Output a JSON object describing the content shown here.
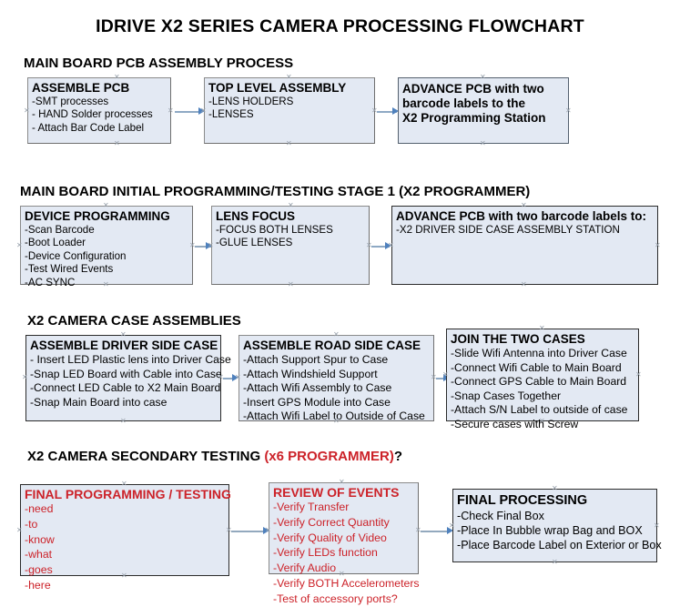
{
  "chart_title": "IDRIVE X2  SERIES CAMERA PROCESSING FLOWCHART",
  "sections": [
    {
      "id": "main-board-pcb-assembly-process",
      "heading": "MAIN BOARD PCB ASSEMBLY PROCESS",
      "heading_accent": "",
      "heading_tail": "",
      "boxes": [
        {
          "id": "assemble-pcb",
          "head": "ASSEMBLE PCB",
          "lines": [
            "-SMT processes",
            "- HAND Solder processes",
            "- Attach Bar Code Label"
          ]
        },
        {
          "id": "top-level-assembly",
          "head": "TOP LEVEL ASSEMBLY",
          "lines": [
            "-LENS HOLDERS",
            "-LENSES"
          ]
        },
        {
          "id": "advance-pcb-to-programming-station",
          "head": "ADVANCE PCB with two",
          "lines": [
            "barcode labels to the",
            " X2 Programming Station"
          ]
        }
      ]
    },
    {
      "id": "main-board-initial-programming",
      "heading": "MAIN BOARD INITIAL PROGRAMMING/TESTING STAGE 1 (X2 PROGRAMMER)",
      "heading_accent": "",
      "heading_tail": "",
      "boxes": [
        {
          "id": "device-programming",
          "head": "DEVICE PROGRAMMING",
          "lines": [
            "-Scan Barcode",
            "-Boot Loader",
            "-Device Configuration",
            "-Test Wired Events",
            "-AC SYNC"
          ]
        },
        {
          "id": "lens-focus",
          "head": "LENS FOCUS",
          "lines": [
            "-FOCUS BOTH LENSES",
            "-GLUE LENSES"
          ]
        },
        {
          "id": "advance-pcb-to-driver-side-case",
          "head": "ADVANCE PCB with two barcode labels to:",
          "lines": [
            "-X2 DRIVER  SIDE  CASE  ASSEMBLY STATION"
          ]
        }
      ]
    },
    {
      "id": "x2-camera-case-assemblies",
      "heading": "X2 CAMERA CASE ASSEMBLIES",
      "heading_accent": "",
      "heading_tail": "",
      "boxes": [
        {
          "id": "assemble-driver-side-case",
          "head": "ASSEMBLE DRIVER SIDE CASE",
          "lines": [
            "- Insert LED Plastic lens into Driver Case",
            "-Snap LED Board with Cable into Case",
            "-Connect LED Cable to X2 Main Board",
            "-Snap Main Board into case"
          ]
        },
        {
          "id": "assemble-road-side-case",
          "head": "ASSEMBLE ROAD SIDE CASE",
          "lines": [
            "-Attach Support Spur to Case",
            "-Attach Windshield Support",
            "-Attach Wifi Assembly to Case",
            "-Insert GPS Module into Case",
            "-Attach Wifi Label to Outside of Case"
          ]
        },
        {
          "id": "join-the-two-cases",
          "head": "JOIN THE TWO CASES",
          "lines": [
            "-Slide Wifi Antenna into Driver Case",
            "-Connect Wifi Cable to Main Board",
            "-Connect GPS Cable to Main Board",
            "-Snap Cases Together",
            "-Attach S/N Label to outside of case",
            "-Secure cases with Screw"
          ]
        }
      ]
    },
    {
      "id": "x2-camera-secondary-testing",
      "heading": "X2 CAMERA SECONDARY TESTING ",
      "heading_accent": "(x6 PROGRAMMER)",
      "heading_tail": "?",
      "boxes": [
        {
          "id": "final-programming-testing",
          "head": "FINAL PROGRAMMING / TESTING",
          "lines": [
            "-need",
            "-to",
            "-know",
            "-what",
            "-goes",
            "-here"
          ]
        },
        {
          "id": "review-of-events",
          "head": "REVIEW OF EVENTS",
          "lines": [
            "-Verify Transfer",
            "-Verify Correct Quantity",
            "-Verify Quality of Video",
            "-Verify LEDs function",
            "-Verify Audio",
            "-Verify BOTH Accelerometers",
            "-Test of accessory ports?"
          ]
        },
        {
          "id": "final-processing",
          "head": "FINAL PROCESSING",
          "lines": [
            " -Check Final Box",
            "-Place In Bubble wrap Bag and BOX",
            "-Place Barcode Label on Exterior or Box"
          ]
        }
      ]
    }
  ],
  "colors": {
    "box_fill": "#E3E9F3",
    "accent_red": "#CC2229",
    "connector_blue": "#4F81BD",
    "text_black": "#000000"
  }
}
